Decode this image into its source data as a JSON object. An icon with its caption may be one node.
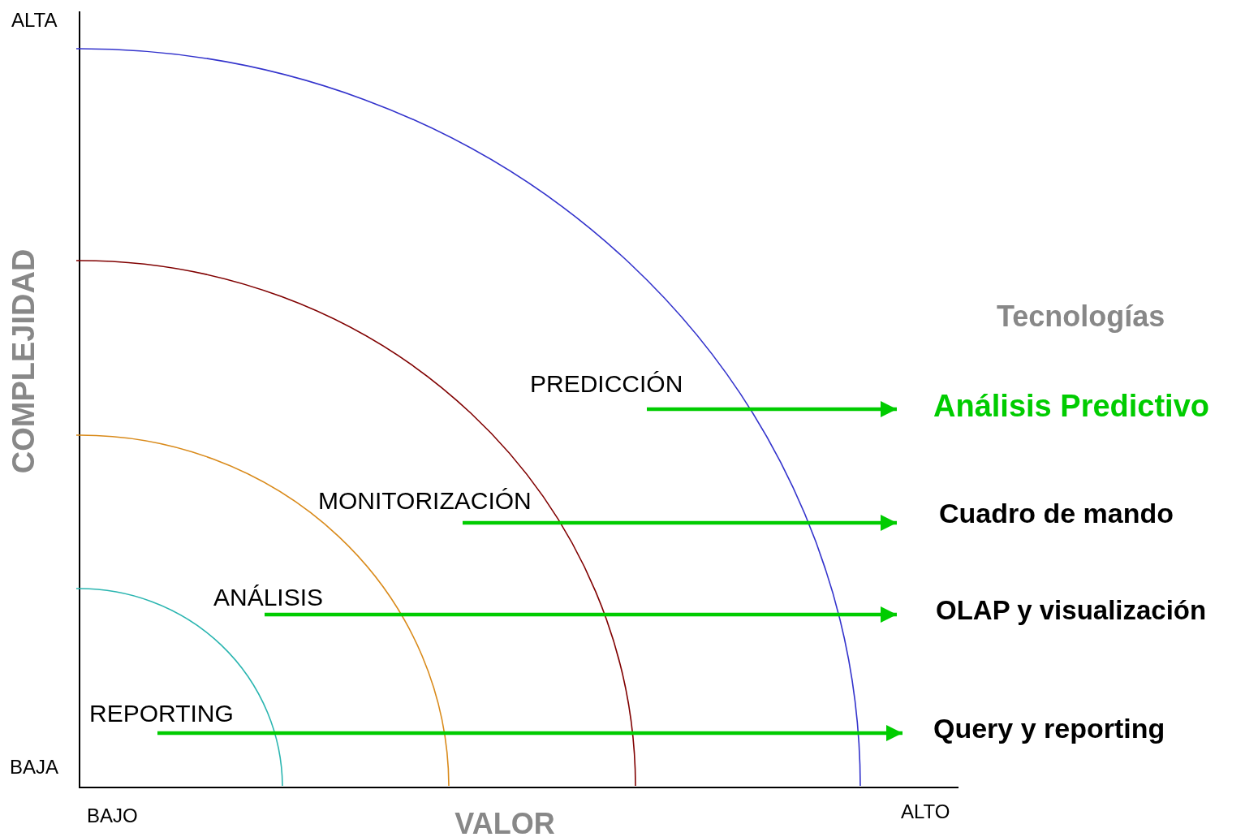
{
  "diagram": {
    "nodes": [
      {
        "text": [
          "PREDICCIÓN"
        ]
      },
      {
        "text": [
          "MONITORIZACIÓN"
        ]
      },
      {
        "text": [
          "ANÁLISIS"
        ]
      },
      {
        "text": [
          "REPORTING"
        ]
      },
      {
        "text": [
          "Análisis Predictivo"
        ]
      },
      {
        "text": [
          "Cuadro de mando"
        ]
      },
      {
        "text": [
          "OLAP y visualización"
        ]
      },
      {
        "text": [
          "Query y reporting"
        ]
      }
    ],
    "edges": [
      {
        "from": 0,
        "to": 4,
        "arrow": "to"
      },
      {
        "from": 1,
        "to": 5,
        "arrow": "to"
      },
      {
        "from": 2,
        "to": 6,
        "arrow": "to"
      },
      {
        "from": 3,
        "to": 7,
        "arrow": "to"
      }
    ],
    "labels": [
      "ALTA",
      "COMPLEJIDAD",
      "Tecnologías",
      "BAJA",
      "BAJO",
      "VALOR",
      "ALTO"
    ]
  }
}
